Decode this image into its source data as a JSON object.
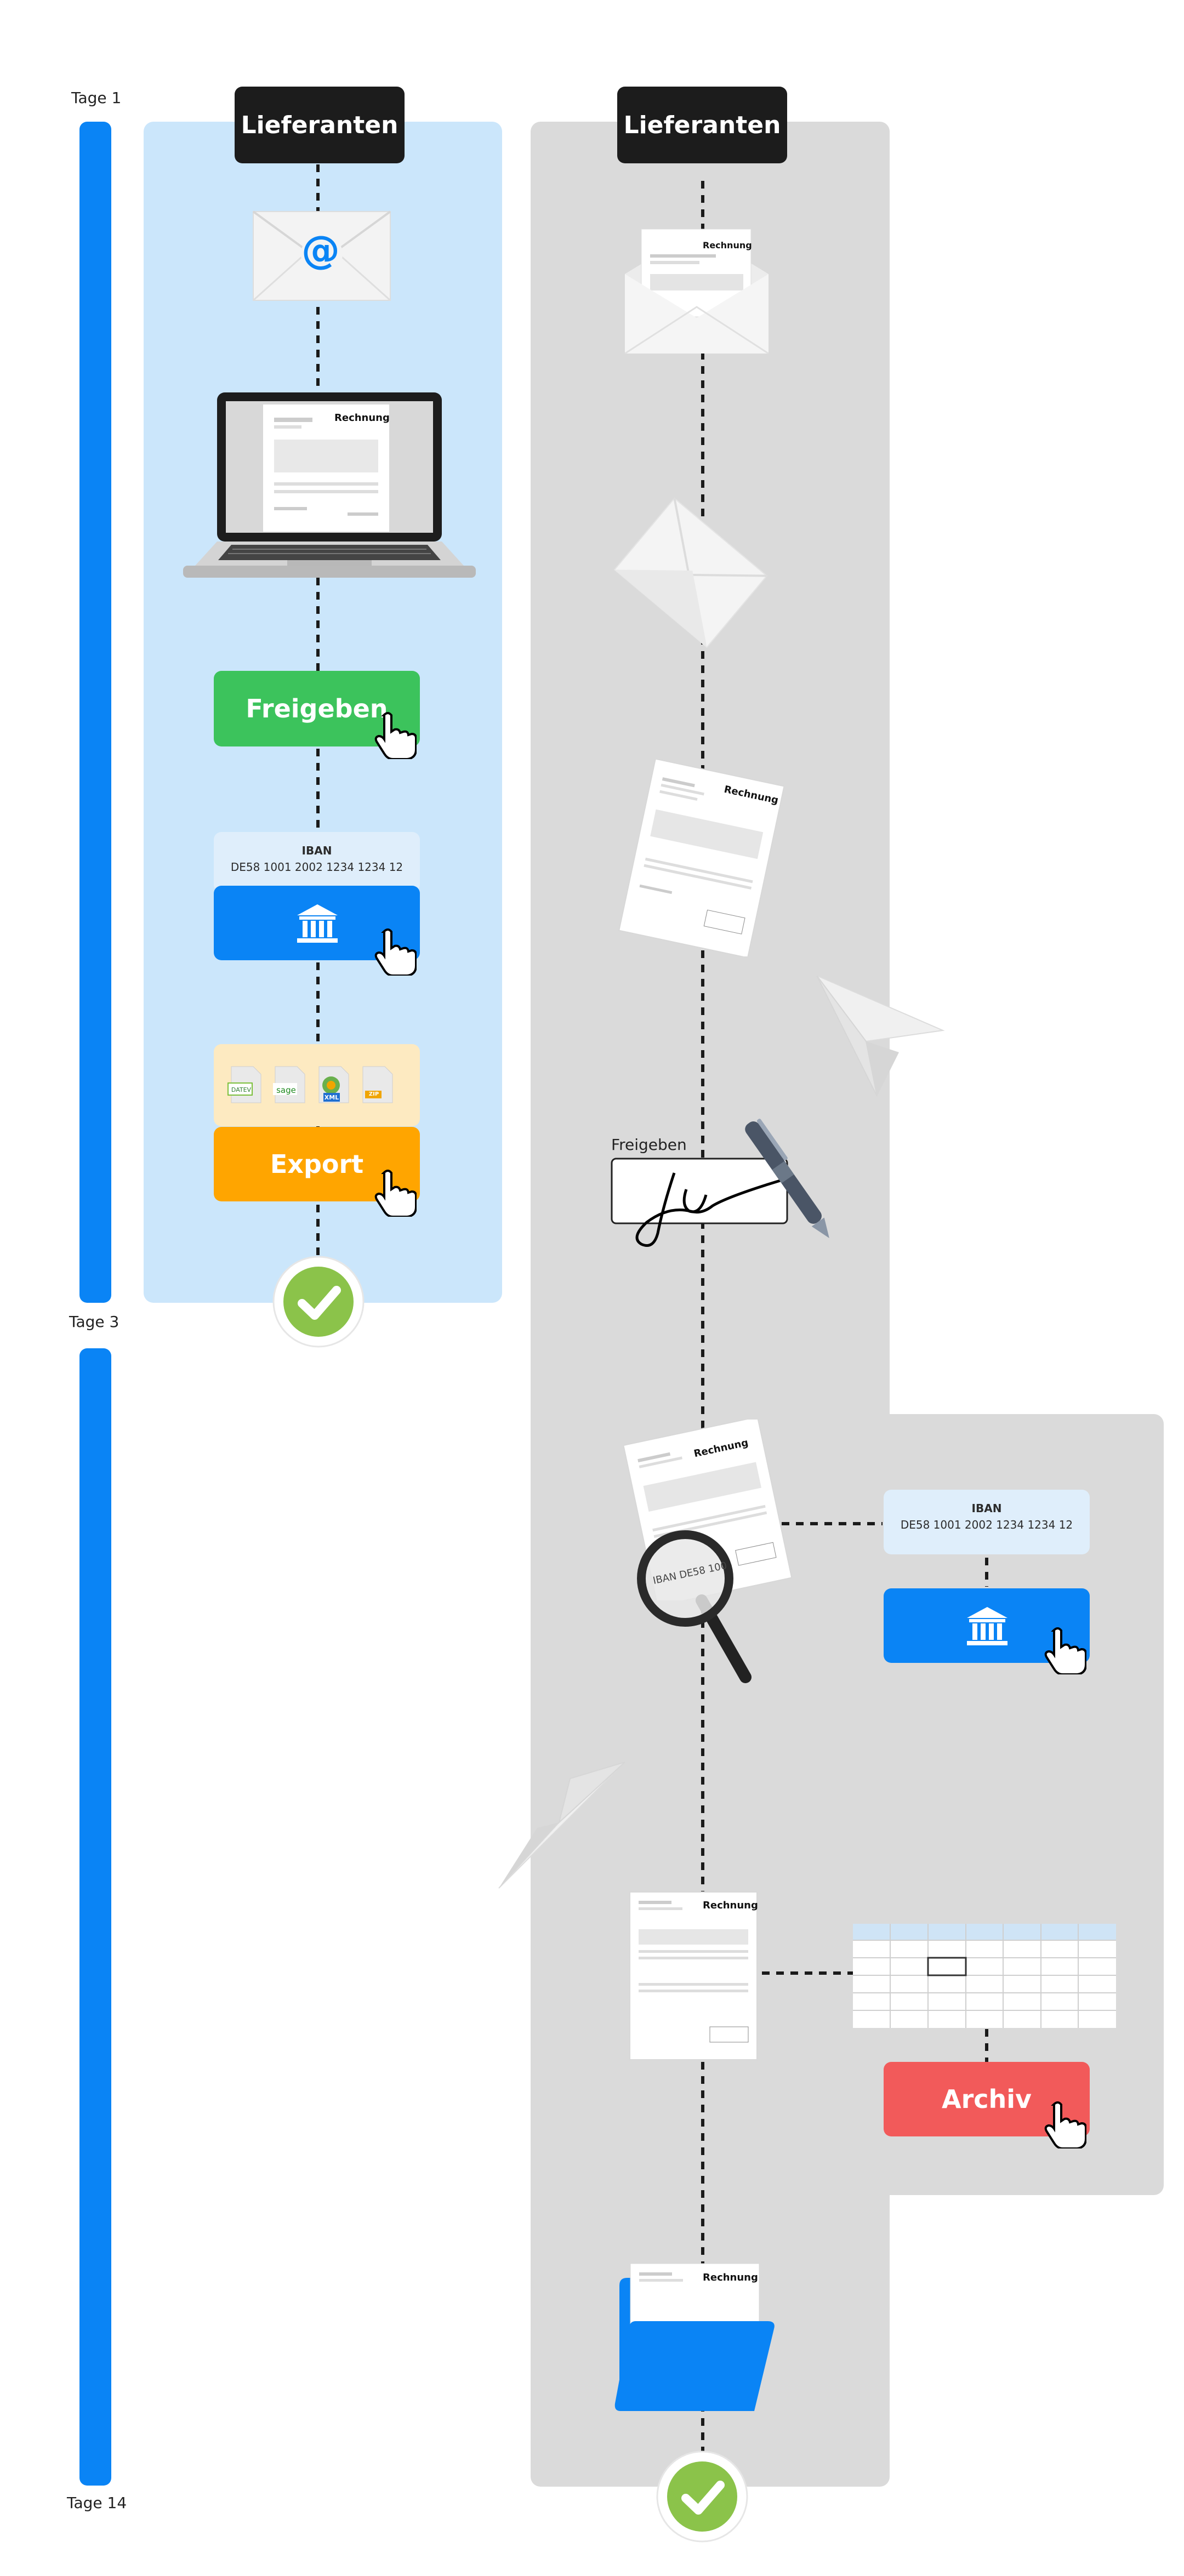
{
  "timeline": {
    "day_start": "Tage 1",
    "day_mid": "Tage 3",
    "day_end": "Tage 14"
  },
  "left_column": {
    "header": "Lieferanten",
    "email_symbol": "@",
    "laptop_doc_title": "Rechnung",
    "approve_button": "Freigeben",
    "iban_title": "IBAN",
    "iban_number": "DE58 1001 2002 1234 1234 12",
    "export_button": "Export",
    "export_icons": [
      "DATEV",
      "sage",
      "XML",
      "ZIP"
    ]
  },
  "right_column": {
    "header": "Lieferanten",
    "envelope_doc_title": "Rechnung",
    "paper_doc_title": "Rechnung",
    "signature_label": "Freigeben",
    "inspect_doc_title": "Rechnung",
    "magnifier_text": "IBAN DE58 100",
    "iban_title": "IBAN",
    "iban_number": "DE58 1001 2002 1234 1234 12",
    "archive_doc_title": "Rechnung",
    "archive_button": "Archiv",
    "folder_doc_title": "Rechnung"
  },
  "colors": {
    "timeline": "#0a84f5",
    "left_panel": "#cbe6fb",
    "right_panel": "#dadada",
    "approve": "#3cc35c",
    "bank": "#0a84f5",
    "export": "#ffa500",
    "archive": "#f25a5a",
    "check": "#8bc34a"
  },
  "icons": [
    "email-icon",
    "laptop-icon",
    "hand-cursor-icon",
    "bank-icon",
    "check-icon",
    "envelope-open-icon",
    "envelope-closed-icon",
    "invoice-paper-icon",
    "paper-plane-icon",
    "pen-icon",
    "magnifier-icon",
    "spreadsheet-icon",
    "folder-icon"
  ]
}
